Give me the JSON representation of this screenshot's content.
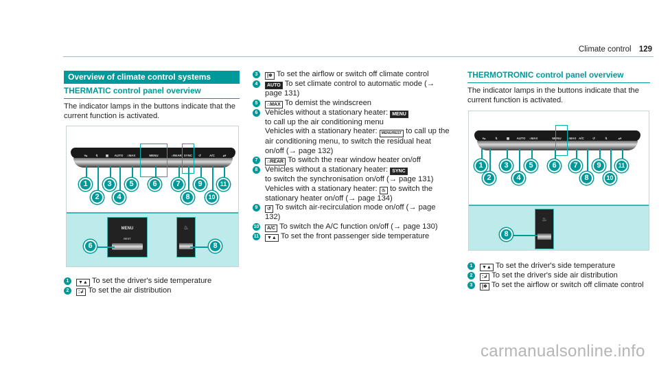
{
  "page_header": {
    "chapter": "Climate control",
    "page_number": "129"
  },
  "section_title": "Overview of climate control systems",
  "thermatic": {
    "heading": "THERMATIC control panel overview",
    "intro": "The indicator lamps in the buttons indicate that the current function is activated.",
    "figure": {
      "key_labels": [
        "▾▴",
        "↯",
        "▦",
        "AUTO",
        "⌂MAX",
        "MENU",
        "⌂REAR",
        "SYNC",
        "↺",
        "A/C",
        "▴▾"
      ],
      "callouts": [
        "1",
        "2",
        "3",
        "4",
        "5",
        "6",
        "7",
        "8",
        "9",
        "10",
        "11"
      ],
      "inset_labels": {
        "menu": "MENU",
        "rest": "REST",
        "heater": "♨"
      },
      "inset_callouts": [
        "6",
        "8"
      ]
    },
    "items": [
      {
        "num": "1",
        "icon": "▼▲",
        "text": "To set the driver's side temperature"
      },
      {
        "num": "2",
        "icon": ":↲",
        "text": "To set the air distribution"
      }
    ]
  },
  "middle_column": {
    "items": [
      {
        "num": "3",
        "icon": "|❄",
        "text": "To set the airflow or switch off climate control"
      },
      {
        "num": "4",
        "icon": "AUTO",
        "text": "To set climate control to automatic mode (→ page 131)"
      },
      {
        "num": "5",
        "icon": "⌂MAX",
        "text": "To demist the windscreen"
      },
      {
        "num": "6",
        "icon": "MENU",
        "text": "Vehicles without a stationary heater:",
        "text_after": "to call up the air conditioning menu",
        "sub_text": "Vehicles with a stationary heater:",
        "sub_icon": "MENU/REST",
        "sub_text_after": "to call up the air conditioning menu, to switch the residual heat on/off (→ page 132)"
      },
      {
        "num": "7",
        "icon": "⌂REAR",
        "text": "To switch the rear window heater on/off"
      },
      {
        "num": "8",
        "icon": "SYNC",
        "text": "Vehicles without a stationary heater:",
        "text_after": "to switch the synchronisation on/off (→ page 131)",
        "sub_text": "Vehicles with a stationary heater:",
        "sub_icon": "♨",
        "sub_text_after": "to switch the stationary heater on/off (→ page 134)"
      },
      {
        "num": "9",
        "icon": "↺",
        "text": "To switch air-recirculation mode on/off (→ page 132)"
      },
      {
        "num": "10",
        "icon": "A/C",
        "text": "To switch the A/C function on/off (→ page 130)"
      },
      {
        "num": "11",
        "icon": "▼▲",
        "text": "To set the front passenger side temperature"
      }
    ]
  },
  "thermotronic": {
    "heading": "THERMOTRONIC control panel overview",
    "intro": "The indicator lamps in the buttons indicate that the current function is activated.",
    "figure": {
      "key_labels": [
        "▾▴",
        "↯",
        "▦",
        "AUTO",
        "⌂MAX",
        "MENU",
        "⌂MAX",
        "A/C",
        "↺",
        "↯",
        "▴▾"
      ],
      "callouts": [
        "1",
        "2",
        "3",
        "4",
        "5",
        "6",
        "7",
        "8",
        "9",
        "10",
        "11"
      ],
      "inset_callouts": [
        "8"
      ]
    },
    "items": [
      {
        "num": "1",
        "icon": "▼▲",
        "text": "To set the driver's side temperature"
      },
      {
        "num": "2",
        "icon": ":↲",
        "text": "To set the driver's side air distribution"
      },
      {
        "num": "3",
        "icon": "|❄",
        "text": "To set the airflow or switch off climate control"
      }
    ]
  },
  "watermark": "carmanualsonline.info"
}
